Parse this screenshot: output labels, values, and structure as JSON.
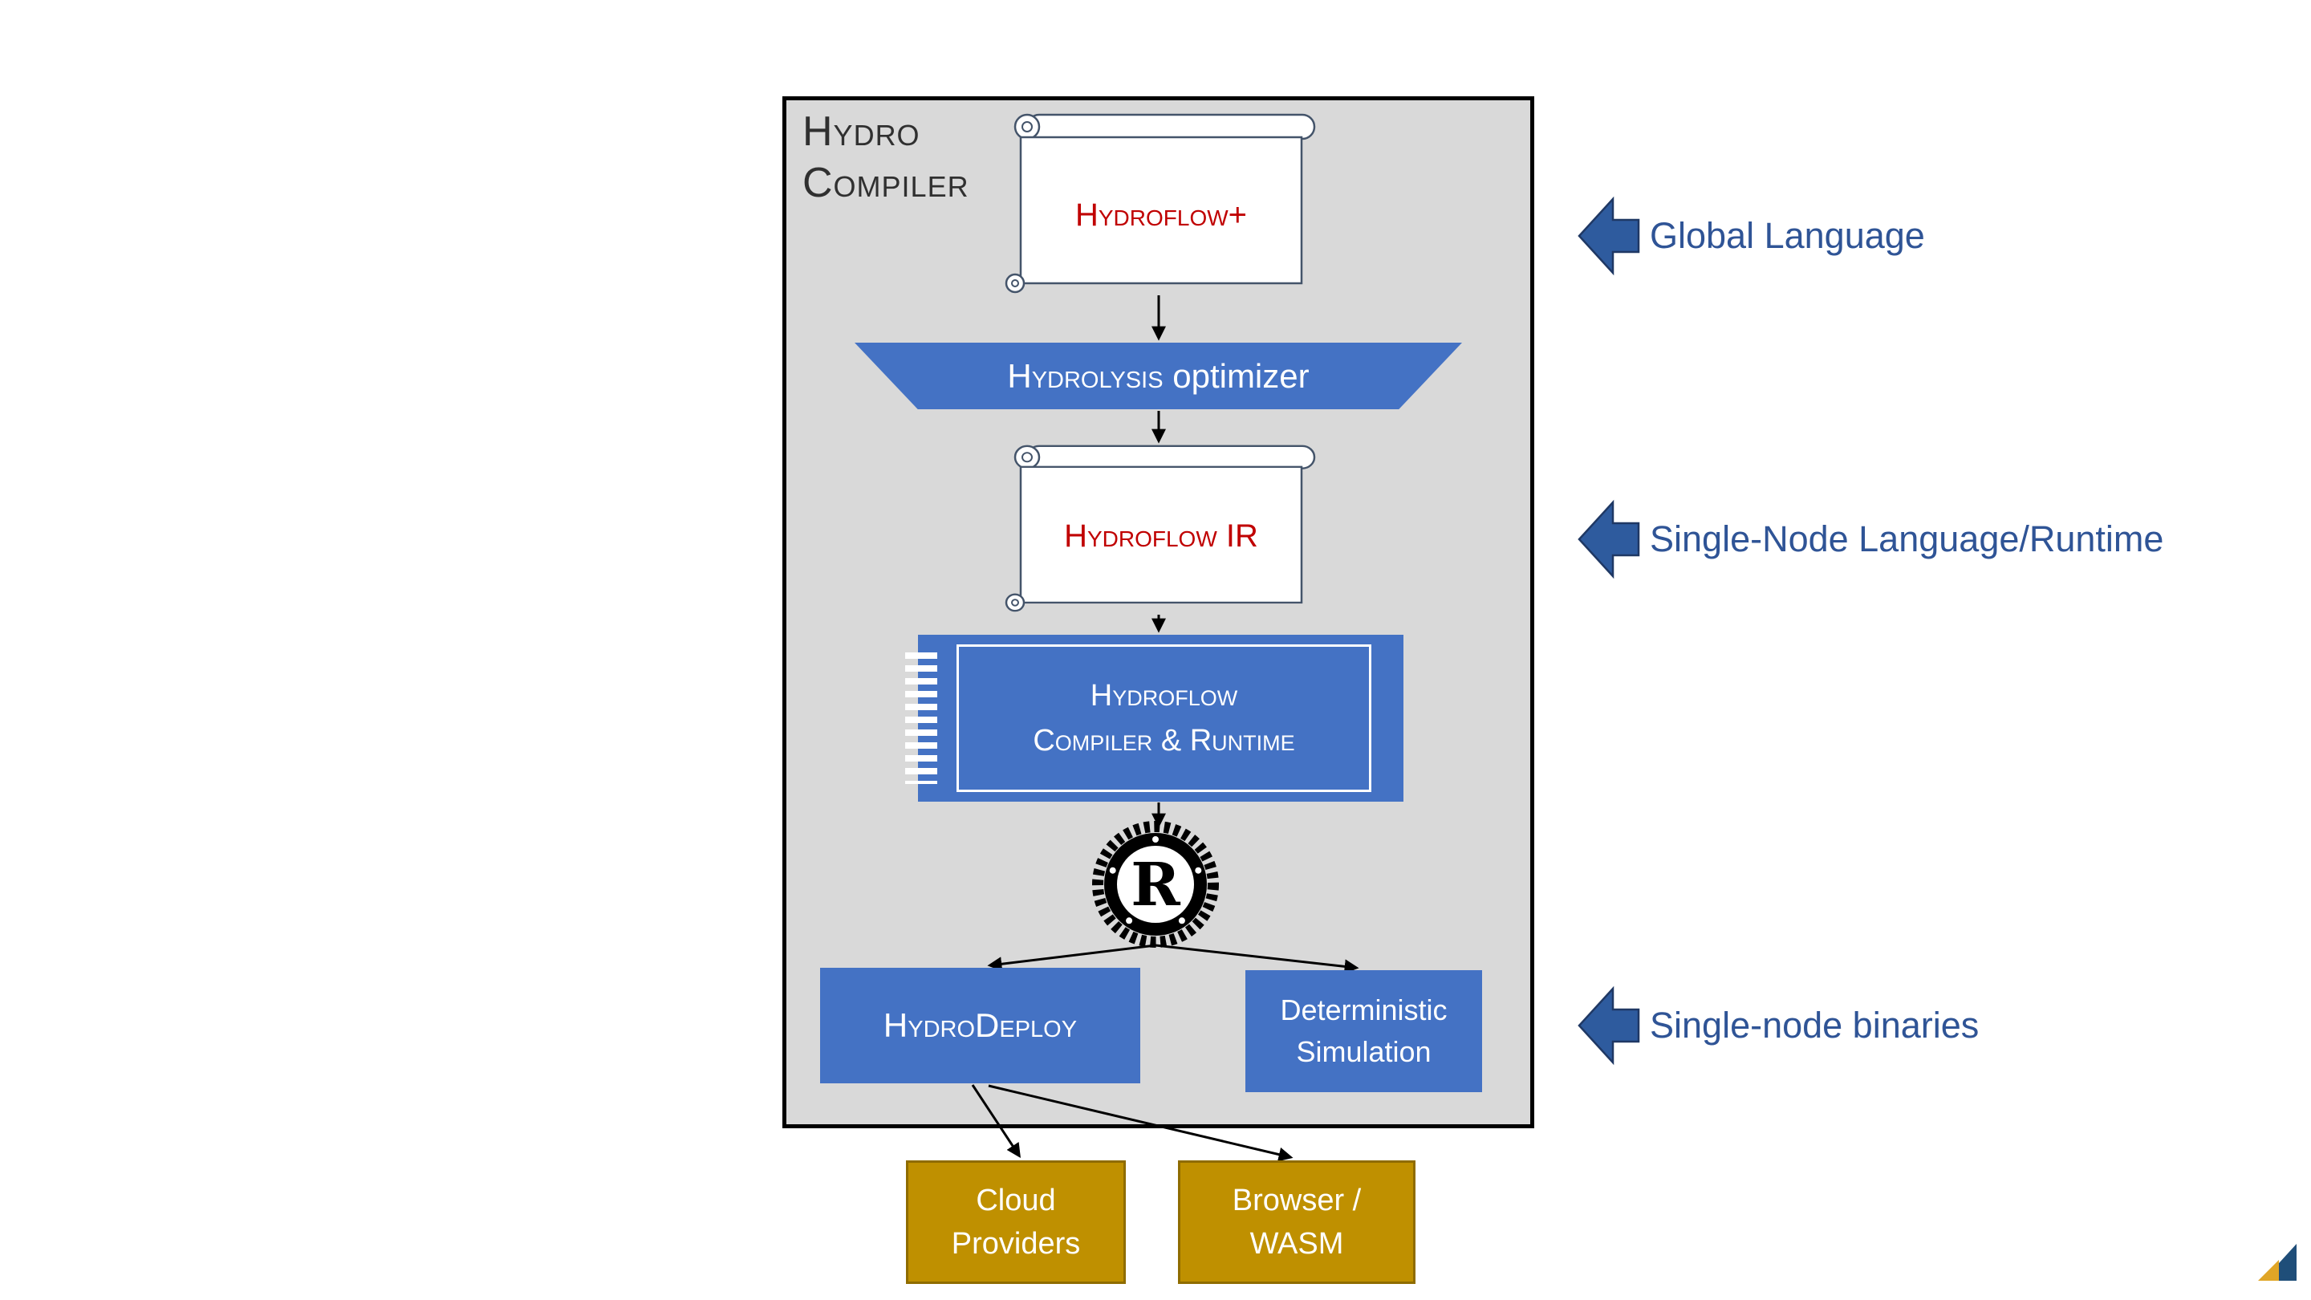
{
  "colors": {
    "panel_bg": "#D9D9D9",
    "accent_blue": "#4472C4",
    "callout_arrow_blue": "#2E5B9E",
    "callout_label_blue": "#2F5496",
    "gold": "#BF9000",
    "node_red_text": "#C00000"
  },
  "panel": {
    "title_line1": "Hydro",
    "title_line2": "Compiler"
  },
  "nodes": {
    "hydroflow_plus": {
      "label": "Hydroflow+"
    },
    "hydrolysis_optimizer": {
      "smallcaps": "Hydrolysis",
      "regular": " optimizer"
    },
    "hydroflow_ir": {
      "smallcaps": "Hydroflow",
      "regular": " IR"
    },
    "hydroflow_compiler_runtime": {
      "line1": "Hydroflow",
      "line2": "Compiler & Runtime"
    },
    "hydrodeploy": {
      "label": "HydroDeploy"
    },
    "deterministic_simulation": {
      "line1": "Deterministic",
      "line2": "Simulation"
    },
    "cloud_providers": {
      "line1": "Cloud",
      "line2": "Providers"
    },
    "browser_wasm": {
      "line1": "Browser /",
      "line2": "WASM"
    }
  },
  "callouts": [
    {
      "label": "Global Language"
    },
    {
      "label": "Single-Node Language/Runtime"
    },
    {
      "label": "Single-node binaries"
    }
  ],
  "rust_logo_letter": "R"
}
